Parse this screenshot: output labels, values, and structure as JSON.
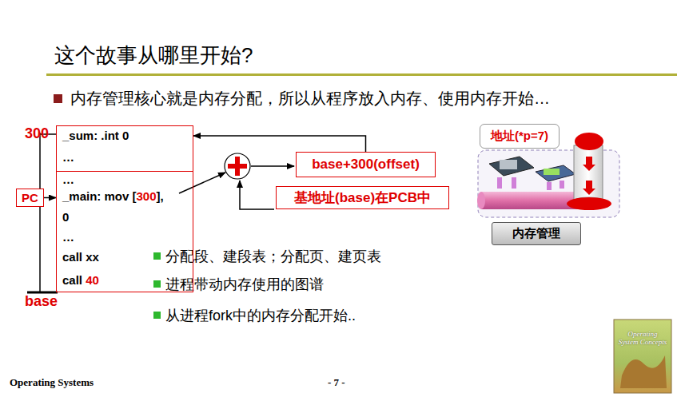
{
  "diagram": {
    "title": "这个故事从哪里开始?",
    "nodes": [
      {
        "text": [
          "_sum:  .int  0",
          "…"
        ]
      },
      {
        "text": [
          "…",
          "_main: mov [300],",
          "0",
          "…",
          "call xx",
          "call 40"
        ]
      },
      {
        "text": [
          "PC"
        ]
      },
      {
        "text": [
          "base+300(offset)"
        ]
      },
      {
        "text": [
          "基地址(base)在PCB中"
        ]
      },
      {
        "text": [
          "地址(*p=7)"
        ]
      },
      {
        "text": [
          "内存管理"
        ]
      }
    ],
    "edges": [
      {
        "from": 2,
        "to": 1,
        "arrow": "to"
      },
      {
        "from": 3,
        "to": 0,
        "arrow": "to"
      }
    ],
    "labels": [
      "300",
      "base",
      "内存管理核心就是内存分配，所以从程序放入内存、使用内存开始…",
      "分配段、建段表；分配页、建页表",
      "进程带动内存使用的图谱",
      "从进程fork中的内存分配开始..",
      "Operating Systems",
      "- 7 -",
      "Operating System Concepts"
    ]
  }
}
